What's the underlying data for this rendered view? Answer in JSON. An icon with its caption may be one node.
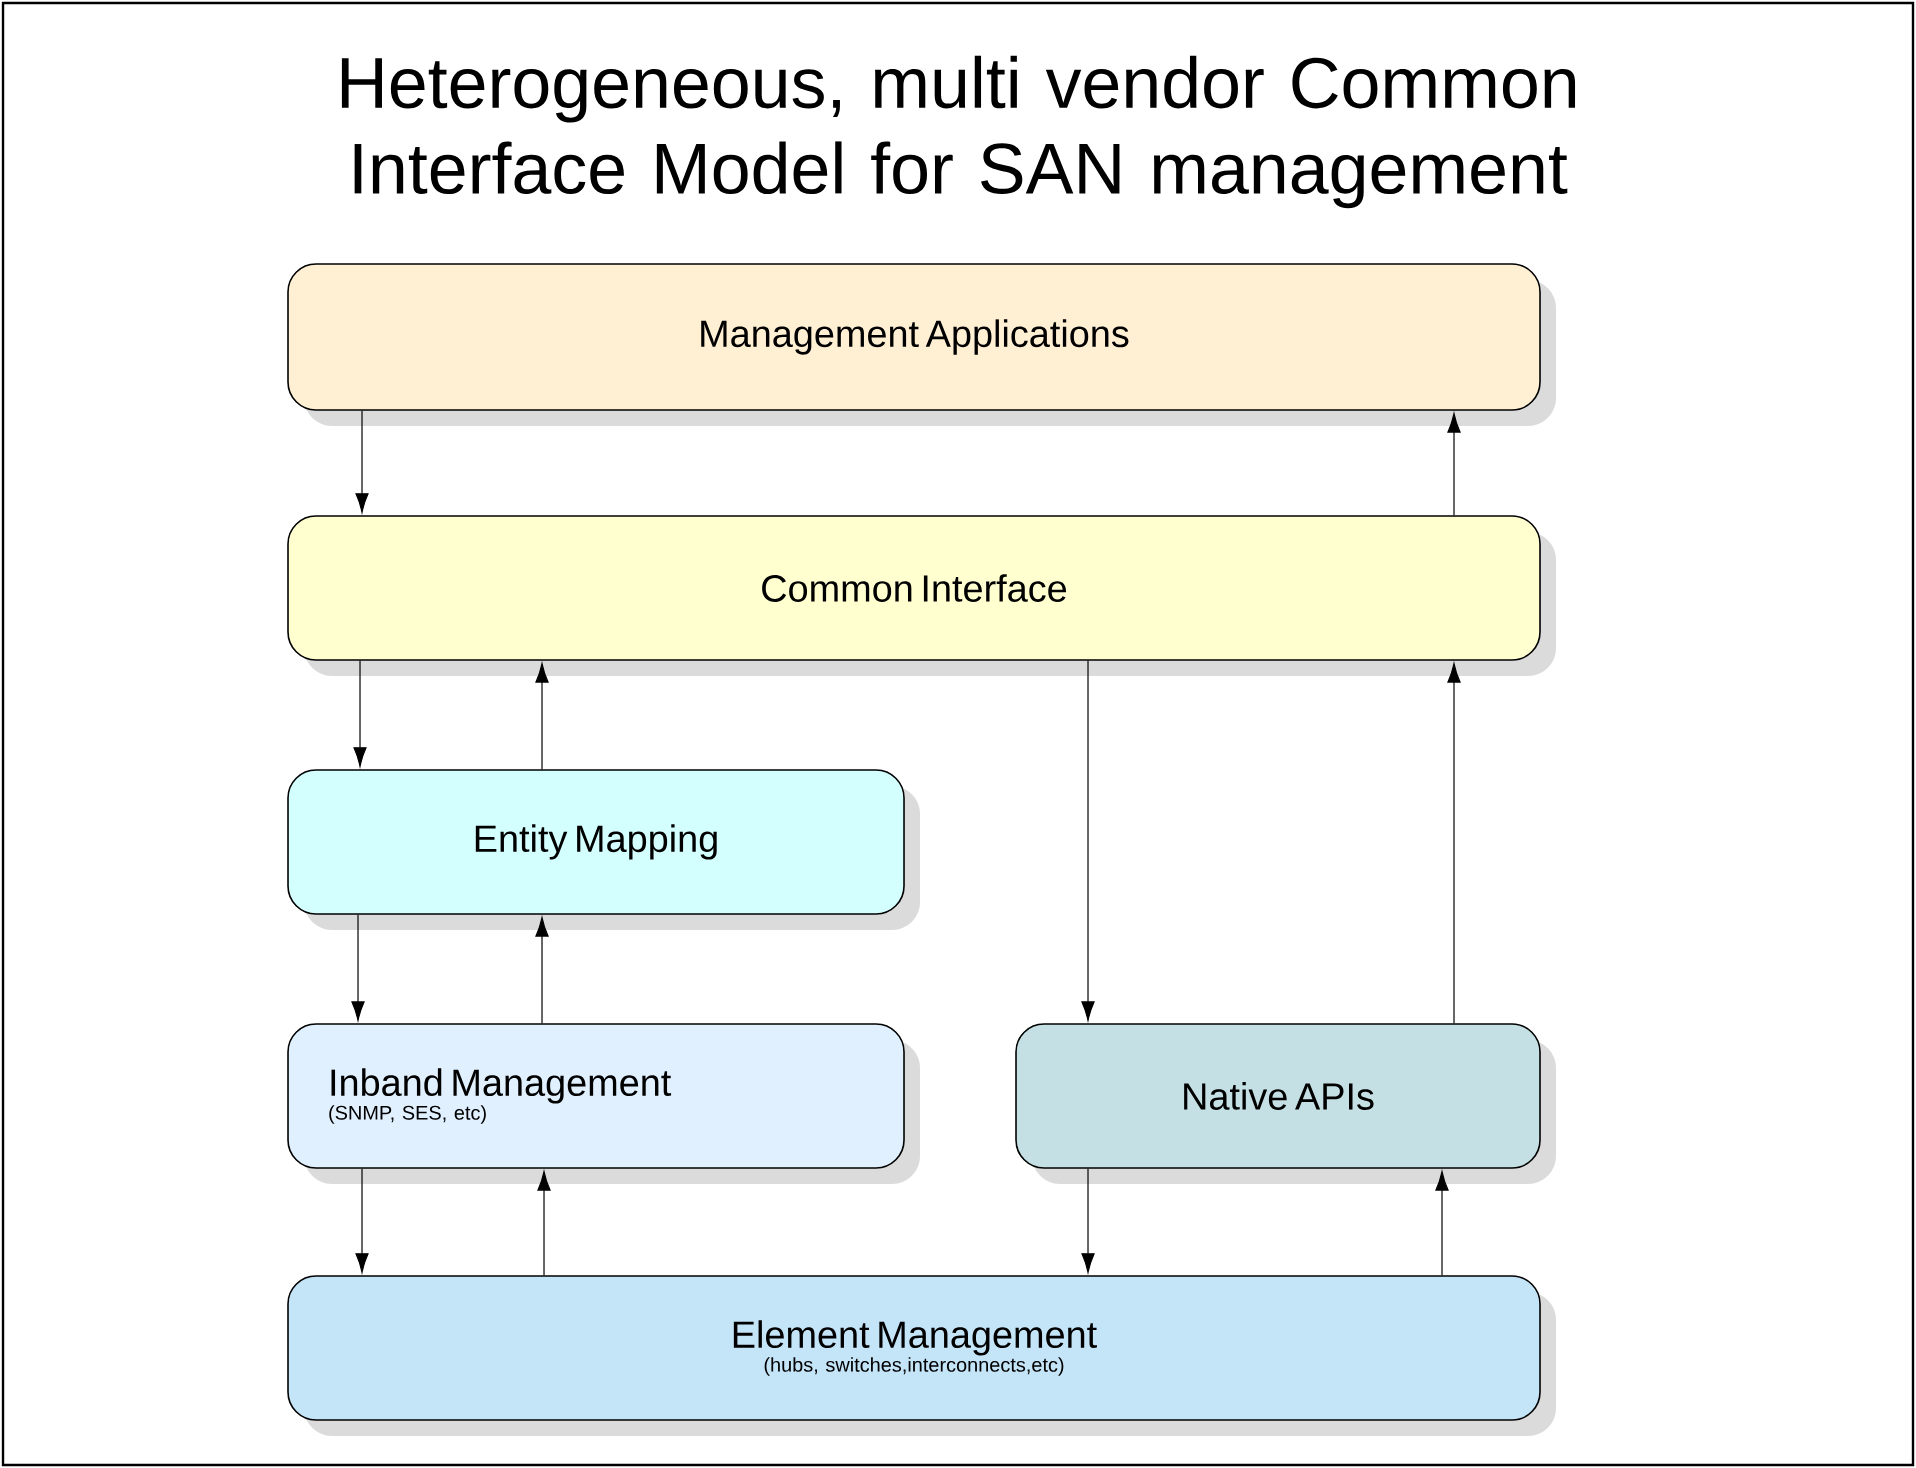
{
  "diagram": {
    "title": "Heterogeneous, multi vendor Common Interface Model for SAN management",
    "nodes": [
      {
        "text": [
          "Management Applications"
        ]
      },
      {
        "text": [
          "Common Interface"
        ]
      },
      {
        "text": [
          "Entity Mapping"
        ]
      },
      {
        "text": [
          "Inband Management",
          "(SNMP, SES, etc)"
        ]
      },
      {
        "text": [
          "Native APIs"
        ]
      },
      {
        "text": [
          "Element Management",
          "(hubs, switches,interconnects,etc)"
        ]
      }
    ],
    "edges": [
      {
        "from": 0,
        "to": 1,
        "arrow": "to"
      },
      {
        "from": 1,
        "to": 0,
        "arrow": "to"
      },
      {
        "from": 1,
        "to": 2,
        "arrow": "to"
      },
      {
        "from": 2,
        "to": 1,
        "arrow": "to"
      },
      {
        "from": 2,
        "to": 3,
        "arrow": "to"
      },
      {
        "from": 3,
        "to": 2,
        "arrow": "to"
      },
      {
        "from": 1,
        "to": 4,
        "arrow": "to"
      },
      {
        "from": 4,
        "to": 1,
        "arrow": "to"
      },
      {
        "from": 3,
        "to": 5,
        "arrow": "to"
      },
      {
        "from": 5,
        "to": 3,
        "arrow": "to"
      },
      {
        "from": 4,
        "to": 5,
        "arrow": "to"
      },
      {
        "from": 5,
        "to": 4,
        "arrow": "to"
      }
    ]
  }
}
